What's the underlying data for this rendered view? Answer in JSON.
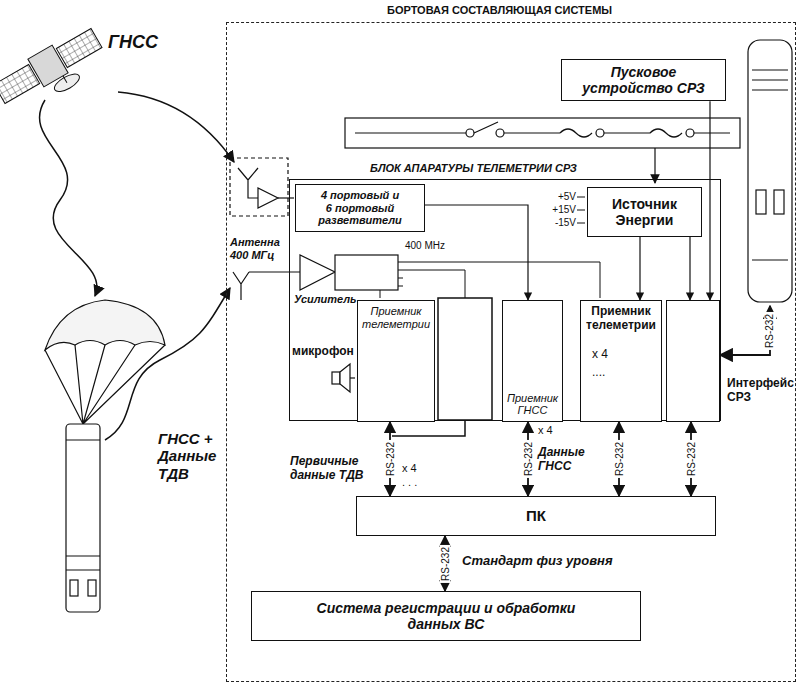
{
  "diagram": {
    "nodes": [
      {
        "text": [
          "БОРТОВАЯ СОСТАВЛЯЮЩАЯ СИСТЕМЫ"
        ]
      },
      {
        "text": [
          "Пусковое устройство СРЗ"
        ],
        "in": 0
      },
      {
        "text": [
          "БЛОК АПАРАТУРЫ ТЕЛЕМЕТРИИ СРЗ"
        ],
        "in": 0
      },
      {
        "text": [
          "4 портовый и 6 портовый разветвители"
        ],
        "in": 2
      },
      {
        "text": [
          "Источник Энергии"
        ],
        "in": 2
      },
      {
        "text": [
          "Приемник телеметрии"
        ],
        "in": 2
      },
      {
        "text": [
          "Приемник ГНСС"
        ],
        "in": 2
      },
      {
        "text": [
          "Приемник телеметрии"
        ],
        "in": 2
      },
      {
        "text": [
          "Интерфейс СРЗ"
        ],
        "in": 2
      },
      {
        "text": [
          "ПК"
        ],
        "in": 0
      },
      {
        "text": [
          "Система регистрации и обработки данных ВС"
        ],
        "in": 0
      }
    ],
    "edges": [
      {
        "from": 5,
        "to": 9,
        "arrow": "both",
        "label": "RS-232"
      },
      {
        "from": 6,
        "to": 9,
        "arrow": "both",
        "label": "RS-232"
      },
      {
        "from": 7,
        "to": 9,
        "arrow": "both",
        "label": "RS-232"
      },
      {
        "from": 8,
        "to": 9,
        "arrow": "both",
        "label": "RS-232"
      },
      {
        "from": 9,
        "to": 10,
        "arrow": "both",
        "label": "RS-232"
      },
      {
        "from": 1,
        "to": 8,
        "arrow": "to"
      },
      {
        "from": 4,
        "to": 7,
        "arrow": "to"
      },
      {
        "from": 4,
        "to": 8,
        "arrow": "to"
      },
      {
        "from": 3,
        "to": 6,
        "arrow": "to"
      }
    ],
    "labels": [
      "ГНСС",
      "+5V",
      "+15V",
      "-15V",
      "Антенна 400 МГц",
      "400 MHz",
      "Усилитель",
      "микрофон",
      "x 4",
      "....",
      "RS-232",
      "ГНСС + Данные ТДВ",
      "Первичные данные ТДВ",
      "x 4",
      ". . .",
      "x 4",
      "Данные ГНСС",
      "Стандарт физ уровня"
    ]
  }
}
